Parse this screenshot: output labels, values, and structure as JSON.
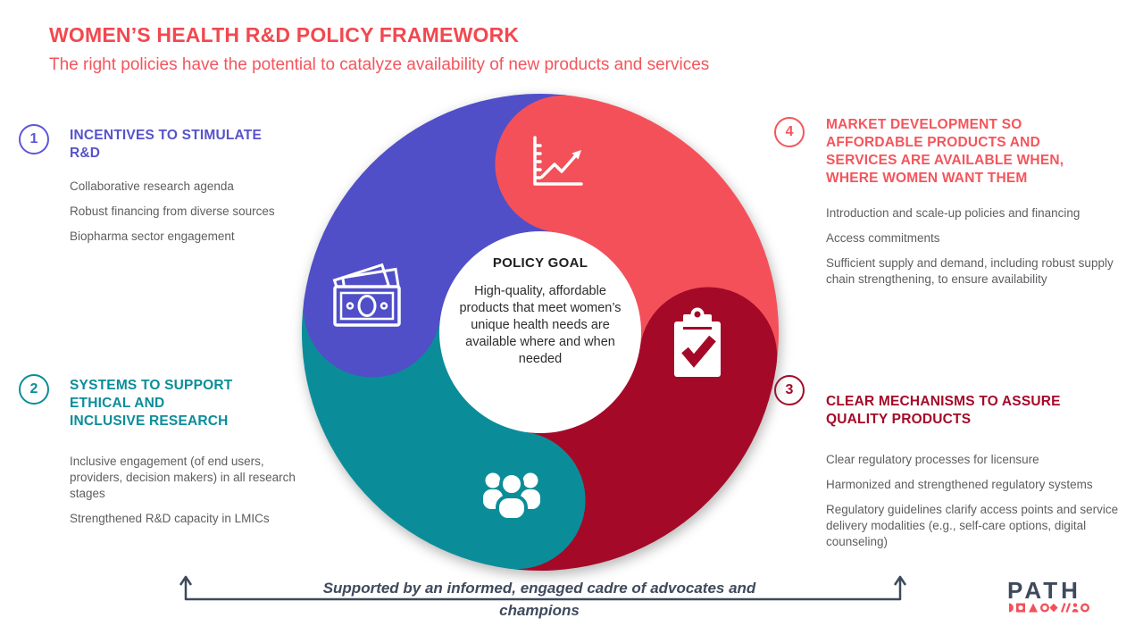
{
  "header": {
    "title": "WOMEN’S HEALTH R&D POLICY FRAMEWORK",
    "subtitle": "The right policies have the potential to catalyze availability of new products and services"
  },
  "wheel": {
    "center_label": "POLICY GOAL",
    "center_text": "High-quality, affordable products that meet women’s unique health needs are available where and when needed",
    "segment_colors": {
      "incentives_purple": "#504fc8",
      "market_coral": "#f4505a",
      "quality_dark_red": "#a40a28",
      "research_teal": "#0b8d99"
    },
    "icons": [
      "growth-chart-icon",
      "banknotes-icon",
      "people-group-icon",
      "clipboard-check-icon"
    ]
  },
  "sections": [
    {
      "number": "1",
      "title": "INCENTIVES TO STIMULATE R&D",
      "color": "#5753cb",
      "items": [
        "Collaborative research agenda",
        "Robust financing from diverse sources",
        "Biopharma sector engagement"
      ]
    },
    {
      "number": "2",
      "title": "SYSTEMS TO SUPPORT ETHICAL AND INCLUSIVE RESEARCH",
      "color": "#0b8d99",
      "items": [
        "Inclusive engagement (of end users, providers, decision makers) in all research stages",
        "Strengthened R&D capacity in LMICs"
      ]
    },
    {
      "number": "3",
      "title": "CLEAR MECHANISMS TO ASSURE QUALITY PRODUCTS",
      "color": "#a40a28",
      "items": [
        "Clear regulatory processes for licensure",
        "Harmonized and strengthened regulatory systems",
        "Regulatory guidelines clarify access points and service delivery modalities (e.g., self-care options, digital counseling)"
      ]
    },
    {
      "number": "4",
      "title": "MARKET DEVELOPMENT SO AFFORDABLE PRODUCTS AND SERVICES ARE AVAILABLE WHEN, WHERE WOMEN WANT THEM",
      "color": "#f4555c",
      "items": [
        "Introduction and scale-up policies and financing",
        "Access commitments",
        "Sufficient supply and demand, including robust supply chain strengthening, to ensure availability"
      ]
    }
  ],
  "footer": {
    "support_text": "Supported by an informed, engaged cadre of advocates and champions",
    "logo_text": "PATH"
  }
}
